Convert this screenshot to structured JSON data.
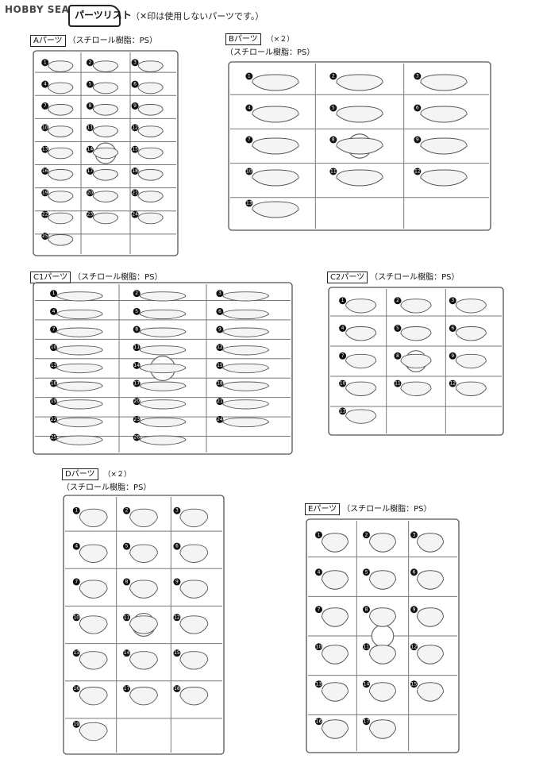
{
  "header": {
    "brand": "HOBBY SEARCH",
    "section_title": "パーツリスト",
    "note": "（✕印は使用しないパーツです。）"
  },
  "sprues": [
    {
      "id": "A",
      "name": "Aパーツ",
      "material": "（スチロール樹脂：PS）",
      "multiplier": "",
      "numbers": [
        "1",
        "2",
        "3",
        "4",
        "5",
        "6",
        "7",
        "8",
        "9",
        "10",
        "11",
        "12",
        "13",
        "14",
        "15",
        "16",
        "17",
        "18",
        "19",
        "20",
        "21",
        "22",
        "23",
        "24",
        "25"
      ]
    },
    {
      "id": "B",
      "name": "Bパーツ",
      "material": "（スチロール樹脂：PS）",
      "multiplier": "（×２）",
      "numbers": [
        "1",
        "2",
        "3",
        "4",
        "5",
        "6",
        "7",
        "8",
        "9",
        "10",
        "11",
        "12",
        "13"
      ]
    },
    {
      "id": "C1",
      "name": "C1パーツ",
      "material": "（スチロール樹脂：PS）",
      "multiplier": "",
      "numbers": [
        "1",
        "2",
        "3",
        "4",
        "5",
        "6",
        "7",
        "8",
        "9",
        "10",
        "11",
        "12",
        "13",
        "14",
        "15",
        "16",
        "17",
        "18",
        "19",
        "20",
        "21",
        "22",
        "23",
        "24",
        "25",
        "26"
      ]
    },
    {
      "id": "C2",
      "name": "C2パーツ",
      "material": "（スチロール樹脂：PS）",
      "multiplier": "",
      "numbers": [
        "1",
        "2",
        "3",
        "4",
        "5",
        "6",
        "7",
        "8",
        "9",
        "10",
        "11",
        "12",
        "13"
      ]
    },
    {
      "id": "D",
      "name": "Dパーツ",
      "material": "（スチロール樹脂：PS）",
      "multiplier": "（×２）",
      "numbers": [
        "1",
        "2",
        "3",
        "4",
        "5",
        "6",
        "7",
        "8",
        "9",
        "10",
        "11",
        "12",
        "13",
        "14",
        "15",
        "16",
        "17",
        "18",
        "19"
      ]
    },
    {
      "id": "E",
      "name": "Eパーツ",
      "material": "（スチロール樹脂：PS）",
      "multiplier": "",
      "numbers": [
        "1",
        "2",
        "3",
        "4",
        "5",
        "6",
        "7",
        "8",
        "9",
        "10",
        "11",
        "12",
        "13",
        "14",
        "15",
        "16",
        "17"
      ]
    }
  ]
}
